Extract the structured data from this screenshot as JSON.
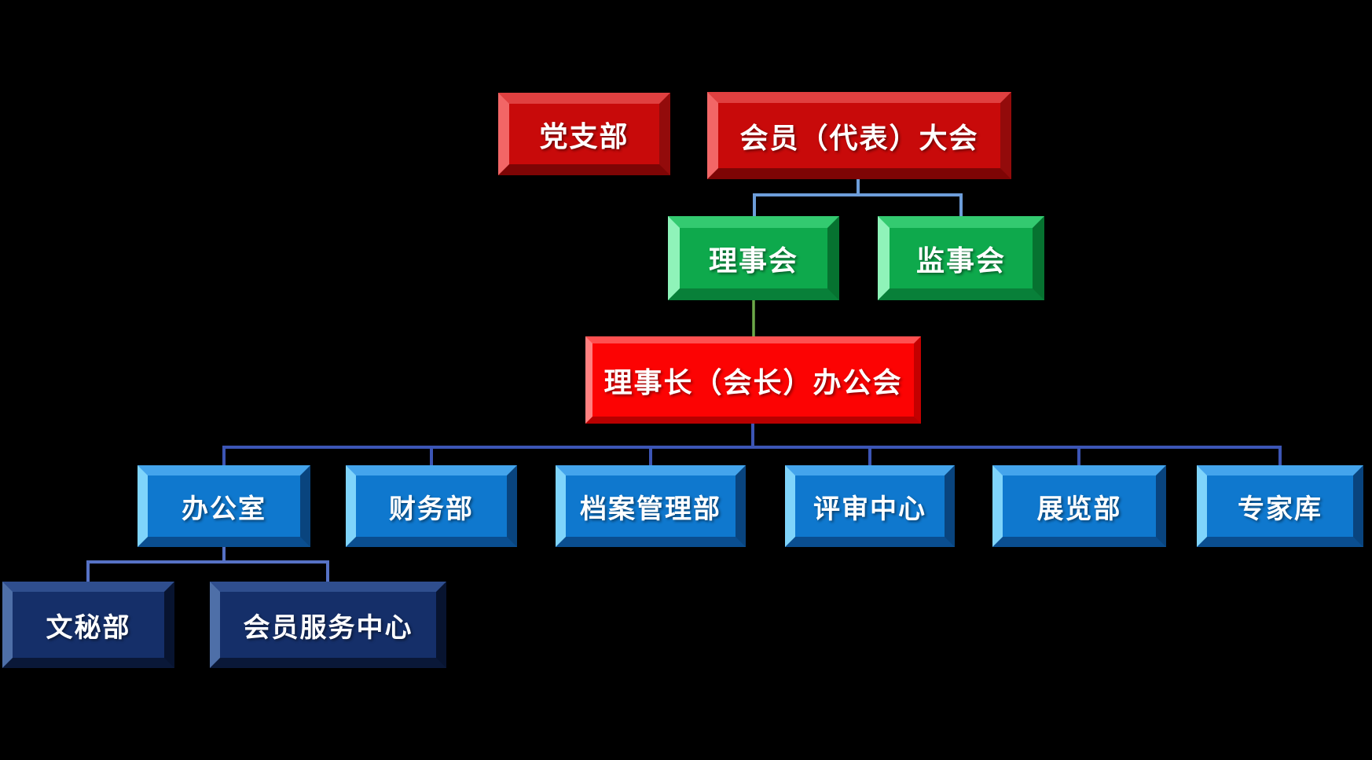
{
  "canvas": {
    "background": "#000000"
  },
  "org_chart": {
    "type": "org-tree",
    "nodes": {
      "party_branch": {
        "label": "党支部",
        "level": 1,
        "fill": "#C80A0A",
        "parent": null
      },
      "member_congress": {
        "label": "会员（代表）大会",
        "level": 1,
        "fill": "#C80A0A",
        "parent": null
      },
      "council": {
        "label": "理事会",
        "level": 2,
        "fill": "#0EA94C",
        "parent": "member_congress"
      },
      "supervisory_board": {
        "label": "监事会",
        "level": 2,
        "fill": "#0EA94C",
        "parent": "member_congress"
      },
      "chairman_office": {
        "label": "理事长（会长）办公会",
        "level": 3,
        "fill": "#FC0303",
        "parent": "council"
      },
      "general_office": {
        "label": "办公室",
        "level": 4,
        "fill": "#0F78CE",
        "parent": "chairman_office"
      },
      "finance_dept": {
        "label": "财务部",
        "level": 4,
        "fill": "#0F78CE",
        "parent": "chairman_office"
      },
      "archives_dept": {
        "label": "档案管理部",
        "level": 4,
        "fill": "#0F78CE",
        "parent": "chairman_office"
      },
      "review_center": {
        "label": "评审中心",
        "level": 4,
        "fill": "#0F78CE",
        "parent": "chairman_office"
      },
      "exhibition_dept": {
        "label": "展览部",
        "level": 4,
        "fill": "#0F78CE",
        "parent": "chairman_office"
      },
      "expert_database": {
        "label": "专家库",
        "level": 4,
        "fill": "#0F78CE",
        "parent": "chairman_office"
      },
      "secretarial_dept": {
        "label": "文秘部",
        "level": 5,
        "fill": "#152F69",
        "parent": "general_office"
      },
      "member_service_center": {
        "label": "会员服务中心",
        "level": 5,
        "fill": "#152F69",
        "parent": "general_office"
      }
    },
    "connector_colors": {
      "congress_to_boards": "#6D9DD9",
      "council_to_chairman": "#6CA949",
      "chairman_to_departments": "#3C55B5",
      "office_to_subdepts": "#5672C5"
    },
    "text_color": "#FFFFFF"
  }
}
